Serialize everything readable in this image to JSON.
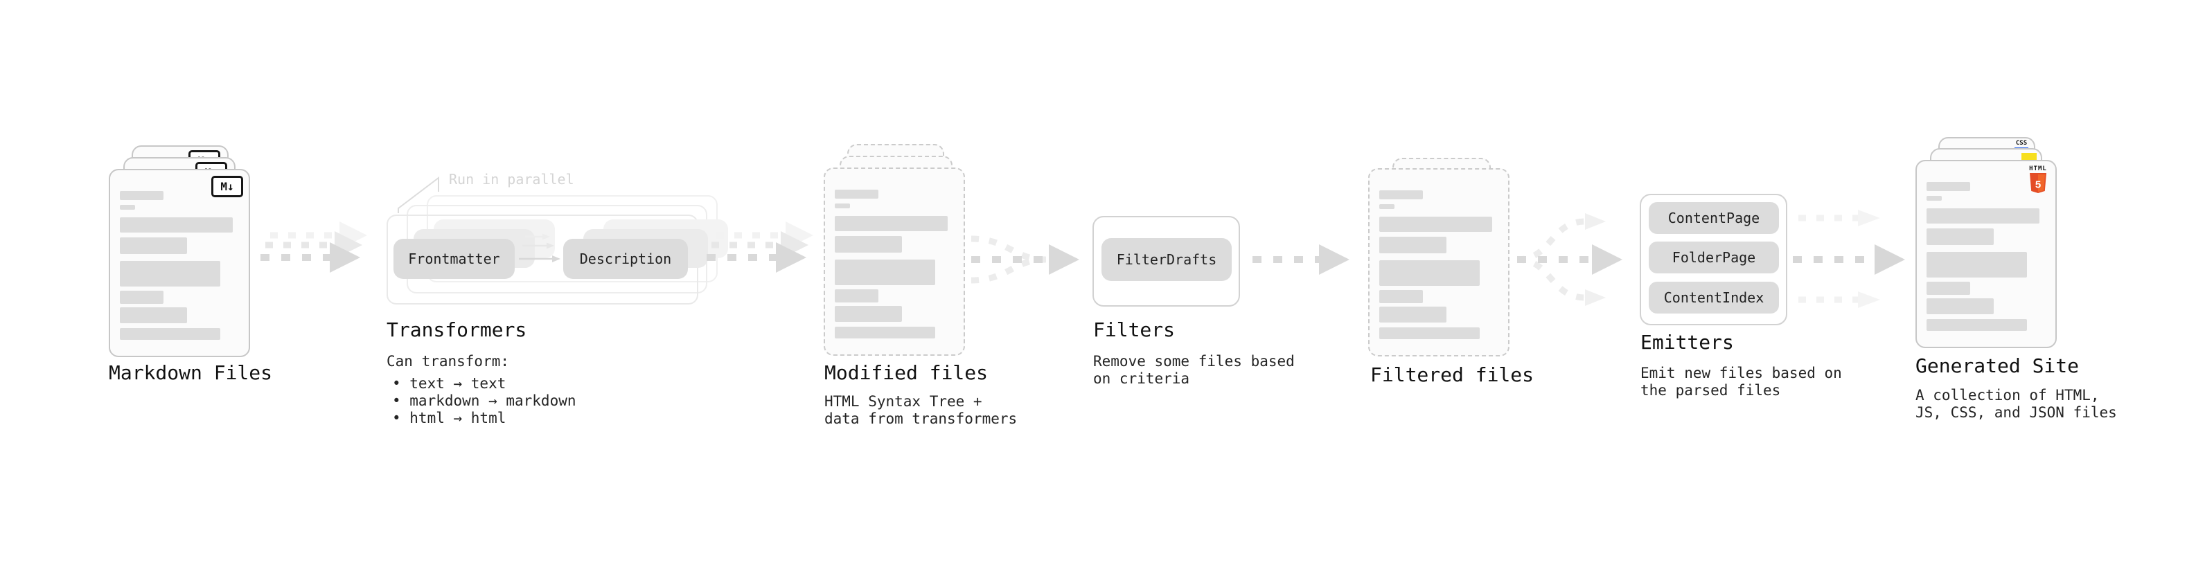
{
  "stages": {
    "markdown": {
      "title": "Markdown Files"
    },
    "transformers": {
      "note": "Run in parallel",
      "pill_frontmatter": "Frontmatter",
      "pill_description": "Description",
      "title": "Transformers",
      "desc_heading": "Can transform:",
      "bullet1": "• text → text",
      "bullet2": "• markdown → markdown",
      "bullet3": "• html → html"
    },
    "modified": {
      "title": "Modified files",
      "subtitle1": "HTML Syntax Tree +",
      "subtitle2": "data from transformers"
    },
    "filters": {
      "title": "Filters",
      "pill": "FilterDrafts",
      "subtitle1": "Remove some files based",
      "subtitle2": "on criteria"
    },
    "filtered": {
      "title": "Filtered files"
    },
    "emitters": {
      "title": "Emitters",
      "pill1": "ContentPage",
      "pill2": "FolderPage",
      "pill3": "ContentIndex",
      "subtitle1": "Emit new files based on",
      "subtitle2": "the parsed files"
    },
    "site": {
      "title": "Generated Site",
      "subtitle1": "A collection of HTML,",
      "subtitle2": "JS, CSS, and JSON files"
    }
  },
  "badges": {
    "markdown": "M↓",
    "html_label": "HTML",
    "html_number": "5",
    "css_label": "CSS"
  },
  "colors": {
    "arrow": "#d9d9d9",
    "arrow_ghost": "#e7e7e7",
    "arrow_light": "#ececec",
    "card_border": "#c7c7c7",
    "placeholder_bar": "#dcdcdc",
    "pill_bg": "#dcdcdc",
    "note_gray": "#d4d4d4",
    "html5_orange": "#e44d26",
    "html5_orange_light": "#f16529",
    "js_yellow": "#f7df1e",
    "css_blue": "#2965f1"
  }
}
